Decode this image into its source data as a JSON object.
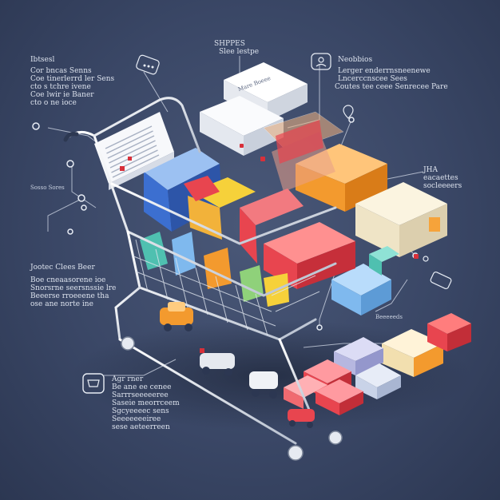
{
  "labels": {
    "top_left": {
      "title": "Ibtsesl",
      "lines": [
        "Cor bncas Senns",
        "Coe tinerlerrd ler Sens",
        "cto s tchre ivene",
        "Coe lwir ie Baner",
        "cto o ne ioce"
      ]
    },
    "top_center": {
      "title": "SHPPES",
      "lines": [
        "Slee lestpe"
      ]
    },
    "top_right": {
      "title": "Neobbios",
      "lines": [
        "Lerger enderrnsneenewe",
        "Lncerccnscee Sees",
        "Coutes tee ceee Senrecee Pare"
      ]
    },
    "mid_left": {
      "title": "Sosso Sores"
    },
    "mid_right": {
      "title": "JHA",
      "lines": [
        "eacaettes",
        "socleeeers"
      ]
    },
    "lower_left": {
      "title": "Jootec Clees Beer",
      "lines": [
        "Boe cneaasorene ioe",
        "Snorsrne seersnssie lre",
        "Beeerse rroeeene tha",
        "ose ane norte ine"
      ]
    },
    "lower_mid": {
      "title": "Beeeeeds"
    },
    "bottom_left": {
      "title": "Agr rner",
      "lines": [
        "Be ane ee cenee",
        "Sarrrseeeeeree",
        "Saseie meorrceem",
        "Sgcyeeeec sens",
        "Seeeeeeeiree",
        "sese aeteerreen"
      ]
    }
  },
  "panels": {
    "receipt_lines": 7,
    "box_front_label": "Mare Boeee"
  },
  "colors": {
    "background": "#3a4766",
    "cart_metal": "#e9edf3",
    "box_blue": "#3c6fd0",
    "box_red": "#e8454f",
    "box_orange": "#f39a2e",
    "box_cream": "#f3ead0",
    "box_white": "#f6f6f8",
    "box_lightblue": "#7fb9ee",
    "box_teal": "#4fc0b0",
    "box_yellow": "#f6d13a",
    "accent_red": "#d8303a"
  },
  "icons": [
    "chat-bubble-icon",
    "map-pin-icon",
    "user-icon",
    "tag-icon",
    "cart-icon"
  ]
}
